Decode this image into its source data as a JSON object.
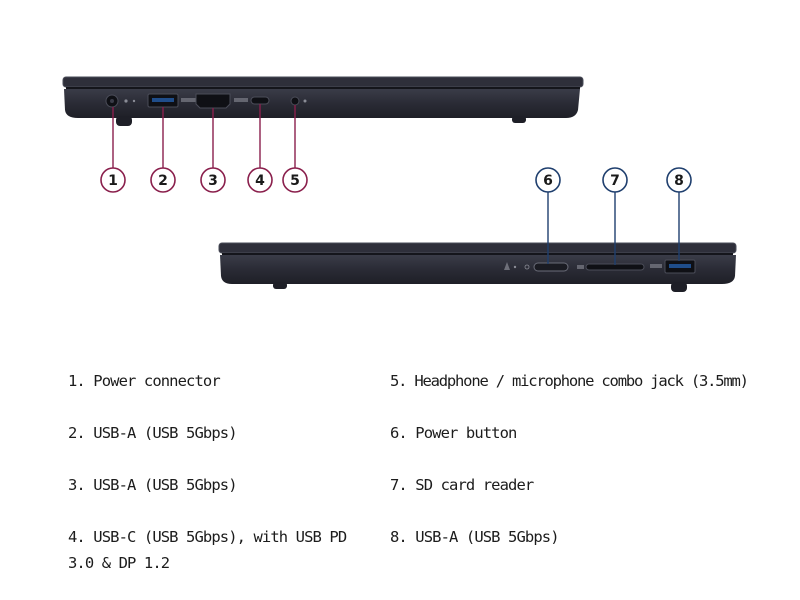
{
  "colors": {
    "laptop_body": "#2a2b35",
    "laptop_edge": "#4a4c58",
    "lid_line": "#14151b",
    "port": "#0f1015",
    "callout_left": "#8a1f4c",
    "callout_right": "#1f3f6e",
    "port_label": "#8a8c96"
  },
  "callouts": [
    {
      "number": "1",
      "side": "left"
    },
    {
      "number": "2",
      "side": "left"
    },
    {
      "number": "3",
      "side": "left"
    },
    {
      "number": "4",
      "side": "left"
    },
    {
      "number": "5",
      "side": "left"
    },
    {
      "number": "6",
      "side": "right"
    },
    {
      "number": "7",
      "side": "right"
    },
    {
      "number": "8",
      "side": "right"
    }
  ],
  "legend": [
    {
      "number": "1",
      "text": "1. Power connector"
    },
    {
      "number": "2",
      "text": "2. USB-A (USB 5Gbps)"
    },
    {
      "number": "3",
      "text": "3. USB-A (USB 5Gbps)"
    },
    {
      "number": "4",
      "text": "4. USB-C (USB 5Gbps), with USB PD 3.0 & DP 1.2"
    },
    {
      "number": "5",
      "text": "5. Headphone / microphone combo jack (3.5mm)"
    },
    {
      "number": "6",
      "text": "6. Power button"
    },
    {
      "number": "7",
      "text": "7. SD card reader"
    },
    {
      "number": "8",
      "text": "8. USB-A (USB 5Gbps)"
    }
  ]
}
